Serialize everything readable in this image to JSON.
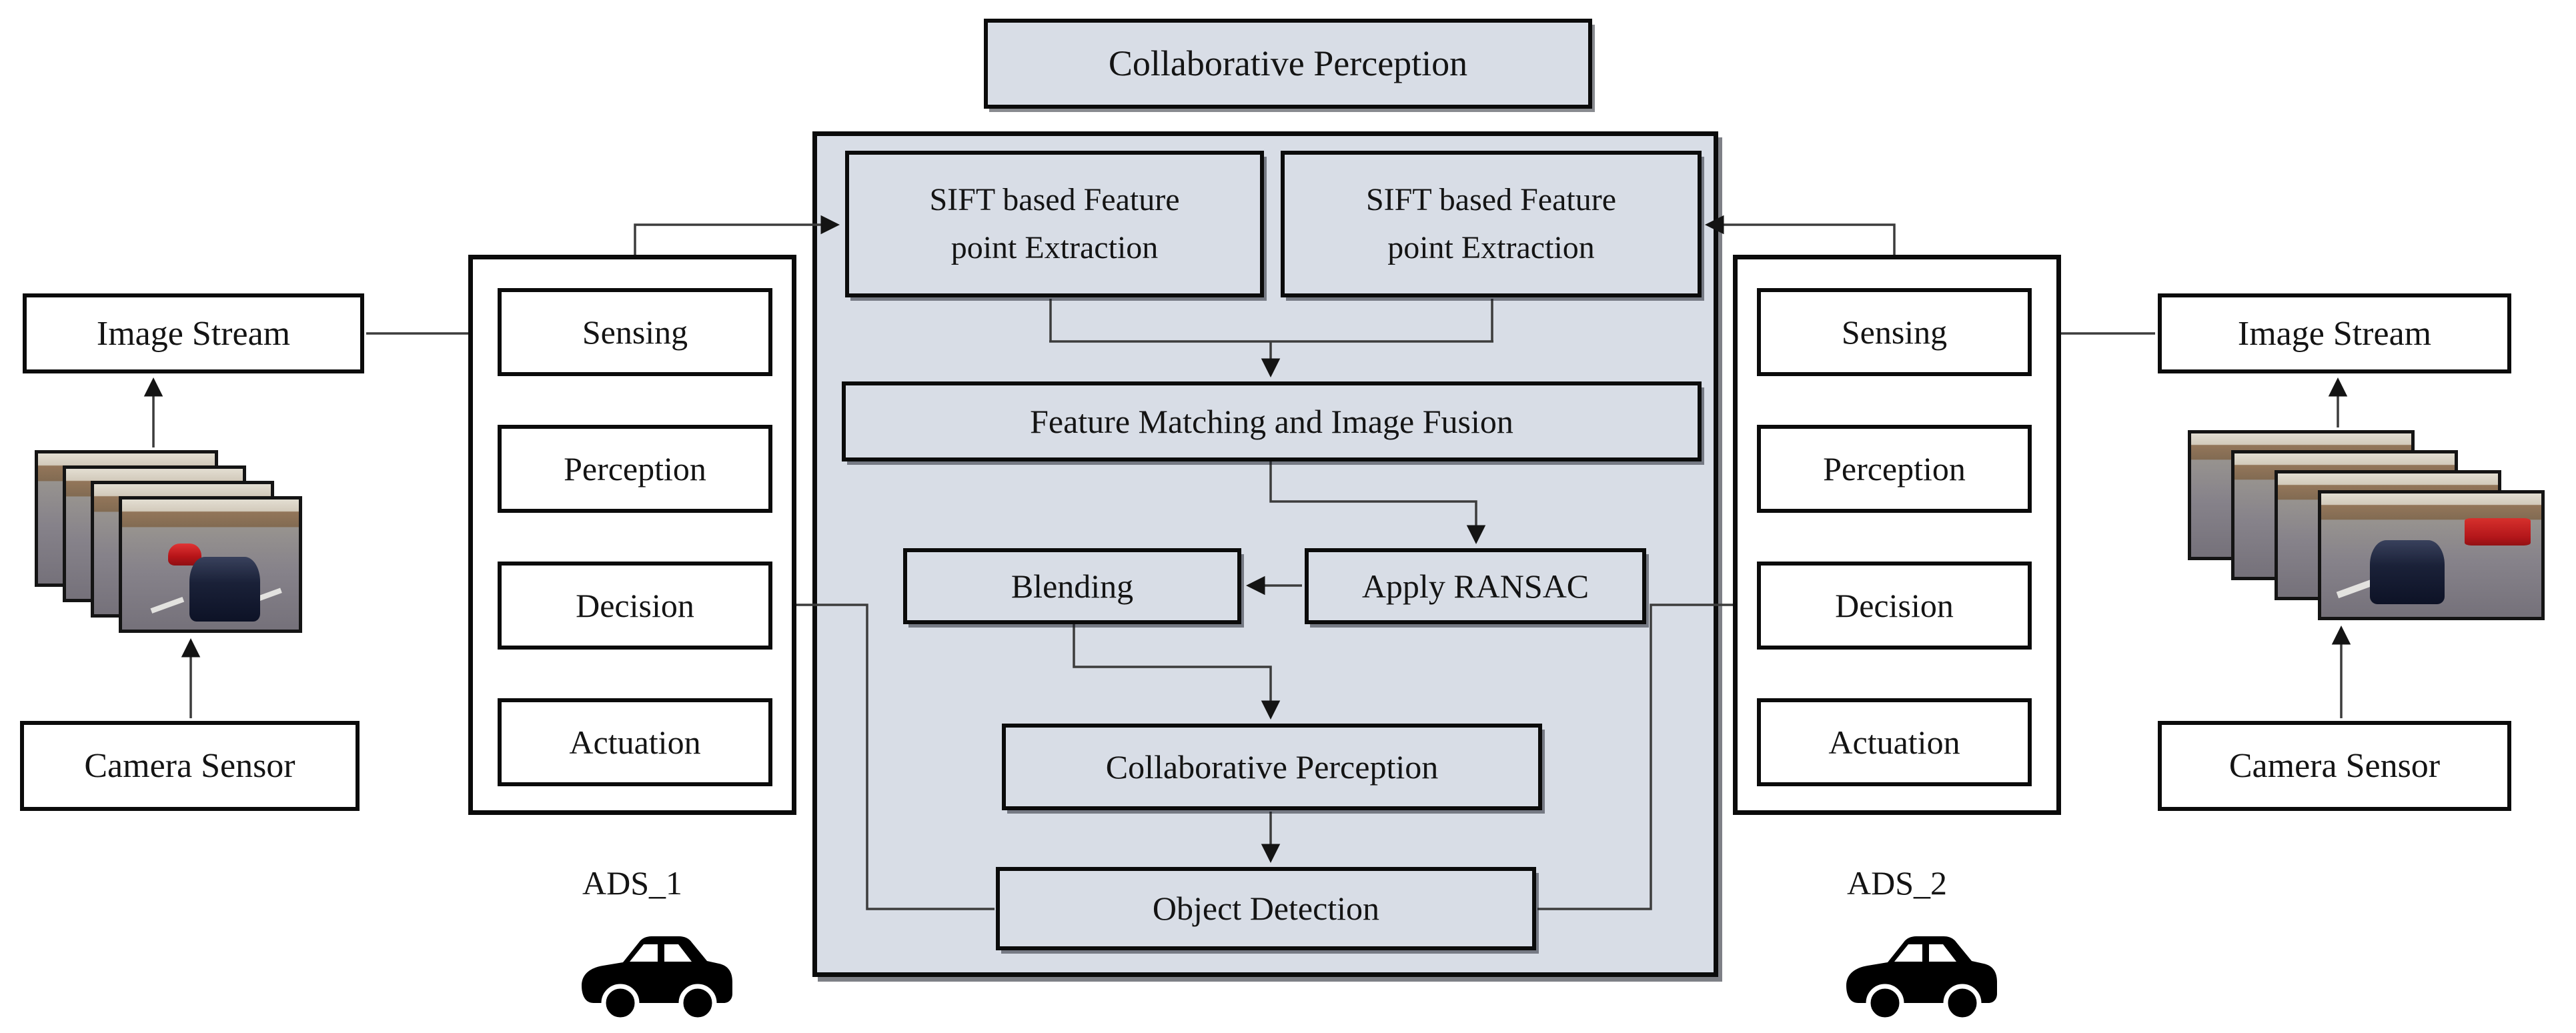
{
  "diagram": {
    "top_title": "Collaborative Perception",
    "panel": {
      "sift_left": {
        "line1": "SIFT based Feature",
        "line2": "point  Extraction"
      },
      "sift_right": {
        "line1": "SIFT based Feature",
        "line2": "point  Extraction"
      },
      "feature_matching": "Feature Matching and Image Fusion",
      "apply_ransac": "Apply RANSAC",
      "blending": "Blending",
      "collaborative_perception": "Collaborative Perception",
      "object_detection": "Object Detection"
    },
    "ads_1": {
      "label": "ADS_1",
      "stages": [
        "Sensing",
        "Perception",
        "Decision",
        "Actuation"
      ]
    },
    "ads_2": {
      "label": "ADS_2",
      "stages": [
        "Sensing",
        "Perception",
        "Decision",
        "Actuation"
      ]
    },
    "left_pipeline": {
      "image_stream": "Image Stream",
      "camera_sensor": "Camera Sensor"
    },
    "right_pipeline": {
      "image_stream": "Image Stream",
      "camera_sensor": "Camera Sensor"
    },
    "colors": {
      "panel_fill": "#d8dde6",
      "box_border": "#0b0b0b",
      "connector": "#3c3c3c"
    }
  }
}
